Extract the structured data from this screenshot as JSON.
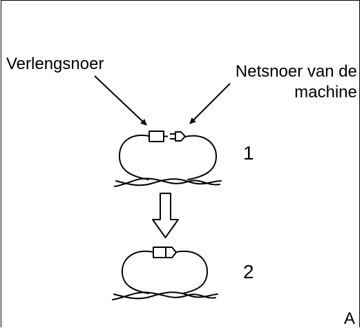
{
  "labels": {
    "extension_cord": "Verlengsnoer",
    "machine_cord_line1": "Netsnoer van de",
    "machine_cord_line2": "machine",
    "step1": "1",
    "step2": "2",
    "figure_letter": "A"
  },
  "icons": {
    "plug_connection_open": "plug-and-socket-apart",
    "plug_connection_closed": "plug-inserted-in-socket",
    "step_arrow": "down-arrow-outline",
    "pointer_arrows": "leader-arrow"
  },
  "colors": {
    "ink": "#000000",
    "background": "#ffffff"
  }
}
